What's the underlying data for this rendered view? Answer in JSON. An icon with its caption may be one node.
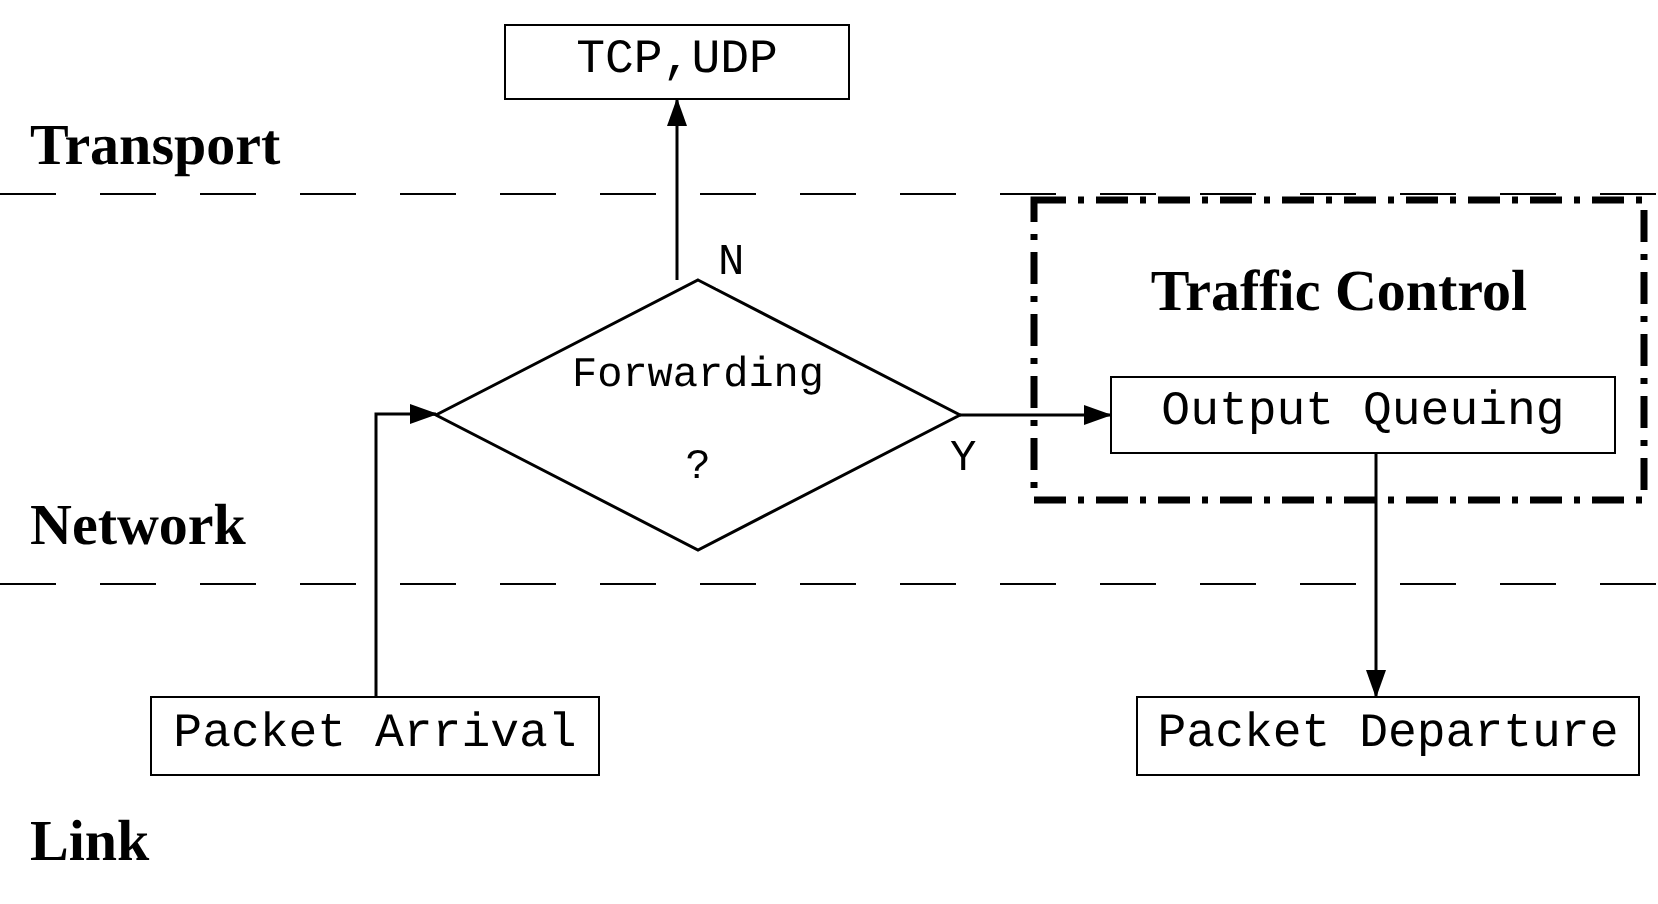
{
  "diagram": {
    "nodes": [
      {
        "text": [
          "TCP,UDP"
        ]
      },
      {
        "text": [
          "Forwarding",
          "?"
        ]
      },
      {
        "text": [
          "Traffic Control"
        ]
      },
      {
        "text": [
          "Output Queuing"
        ],
        "in": 2
      },
      {
        "text": [
          "Packet Arrival"
        ]
      },
      {
        "text": [
          "Packet Departure"
        ]
      }
    ],
    "edges": [
      {
        "from": 4,
        "to": 1,
        "arrow": "to"
      },
      {
        "from": 1,
        "to": 0,
        "arrow": "to",
        "label": "N"
      },
      {
        "from": 1,
        "to": 3,
        "arrow": "to",
        "label": "Y"
      },
      {
        "from": 3,
        "to": 5,
        "arrow": "to"
      }
    ],
    "labels": [
      "Transport",
      "Network",
      "Link"
    ]
  }
}
